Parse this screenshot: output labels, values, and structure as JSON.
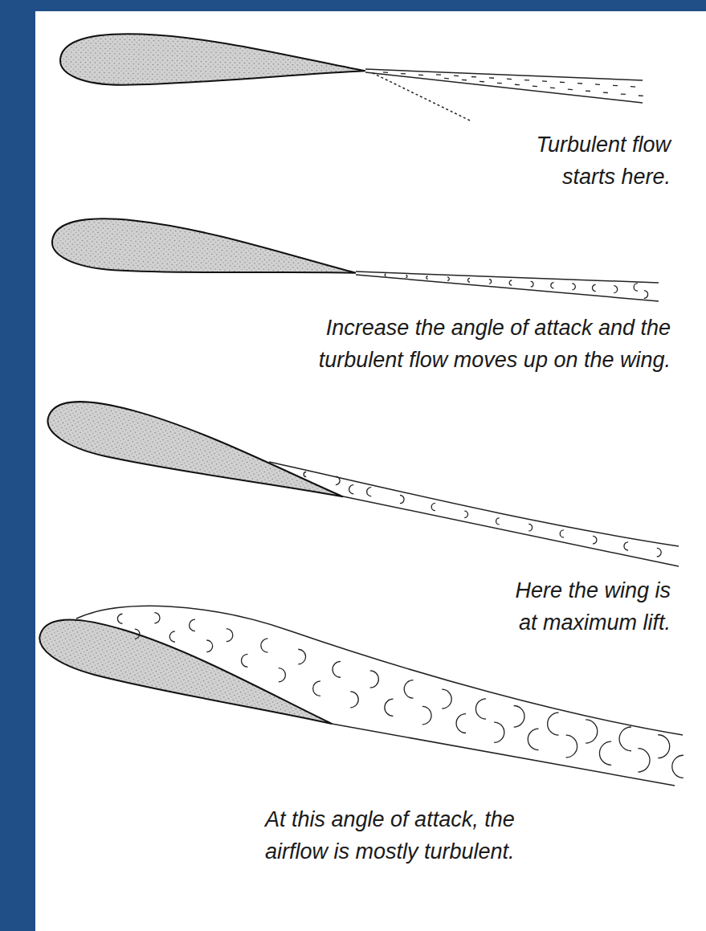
{
  "diagram": {
    "labels": [
      "Turbulent flow starts here.",
      "Increase the angle of attack and the turbulent flow moves up on the wing.",
      "Here the wing is at maximum lift.",
      "At this angle of attack, the airflow is mostly turbulent."
    ]
  }
}
